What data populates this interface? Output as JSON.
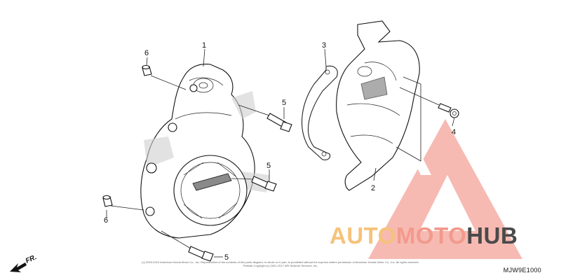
{
  "callouts": {
    "c1": "1",
    "c2": "2",
    "c3": "3",
    "c4": "4",
    "c5a": "5",
    "c5b": "5",
    "c5c": "5",
    "c6a": "6",
    "c6b": "6"
  },
  "direction_label": "FR.",
  "diagram_code": "MJW9E1000",
  "watermark": {
    "part_a": "AUTO",
    "part_b": "MOTO",
    "part_c": "HUB",
    "colors": {
      "a": "#f6c27a",
      "b": "#f39a8c",
      "c": "#4a4a4a",
      "logo": "#f08080"
    }
  },
  "copyright_text": "(c) 2003-2015 American Honda Motor Co., Inc. Reproduction of the contents of this parts diagram, in whole or in part, is prohibited without the express written permission of American Honda Motor Co., Inc. All rights reserved. Partsdb Copyright (c) 2001-2017 ARI Network Services, Inc."
}
